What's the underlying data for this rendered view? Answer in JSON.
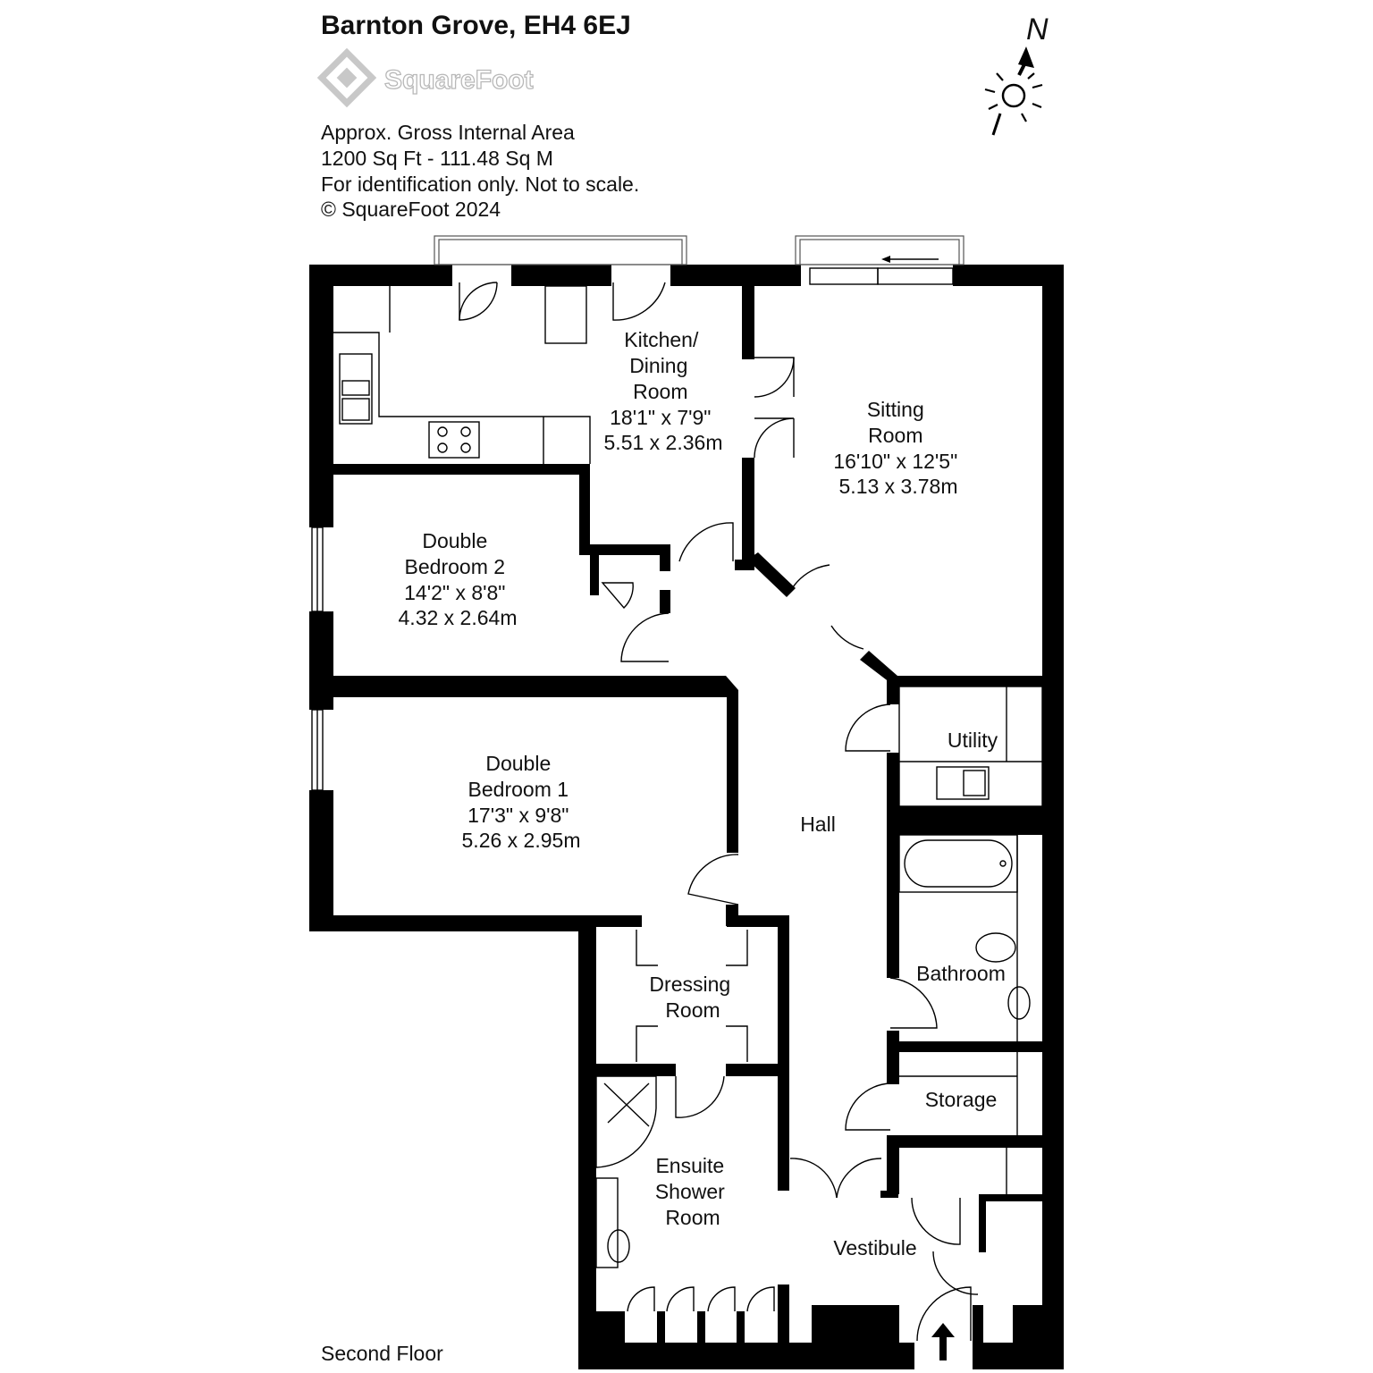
{
  "header": {
    "title": "Barnton Grove, EH4 6EJ",
    "logo_text": "SquareFoot",
    "info_lines": [
      "Approx. Gross Internal Area",
      "1200 Sq Ft  -  111.48 Sq M",
      "For identification only. Not to scale.",
      "© SquareFoot 2024"
    ]
  },
  "compass": {
    "label": "N",
    "icon": "north-arrow-sun-icon"
  },
  "rooms": {
    "kitchen": [
      "Kitchen/",
      "Dining",
      "Room",
      "18'1\" x 7'9\"",
      "5.51 x 2.36m"
    ],
    "sitting": [
      "Sitting",
      "Room",
      "16'10\" x 12'5\"",
      "5.13 x 3.78m"
    ],
    "bedroom2": [
      "Double",
      "Bedroom 2",
      "14'2\" x 8'8\"",
      "4.32 x 2.64m"
    ],
    "bedroom1": [
      "Double",
      "Bedroom 1",
      "17'3\" x 9'8\"",
      "5.26 x 2.95m"
    ],
    "utility": [
      "Utility"
    ],
    "hall": [
      "Hall"
    ],
    "bathroom": [
      "Bathroom"
    ],
    "storage": [
      "Storage"
    ],
    "dressing": [
      "Dressing",
      "Room"
    ],
    "ensuite": [
      "Ensuite",
      "Shower",
      "Room"
    ],
    "vestibule": [
      "Vestibule"
    ]
  },
  "floor_label": "Second Floor",
  "entrance_icon": "entrance-arrow-icon"
}
